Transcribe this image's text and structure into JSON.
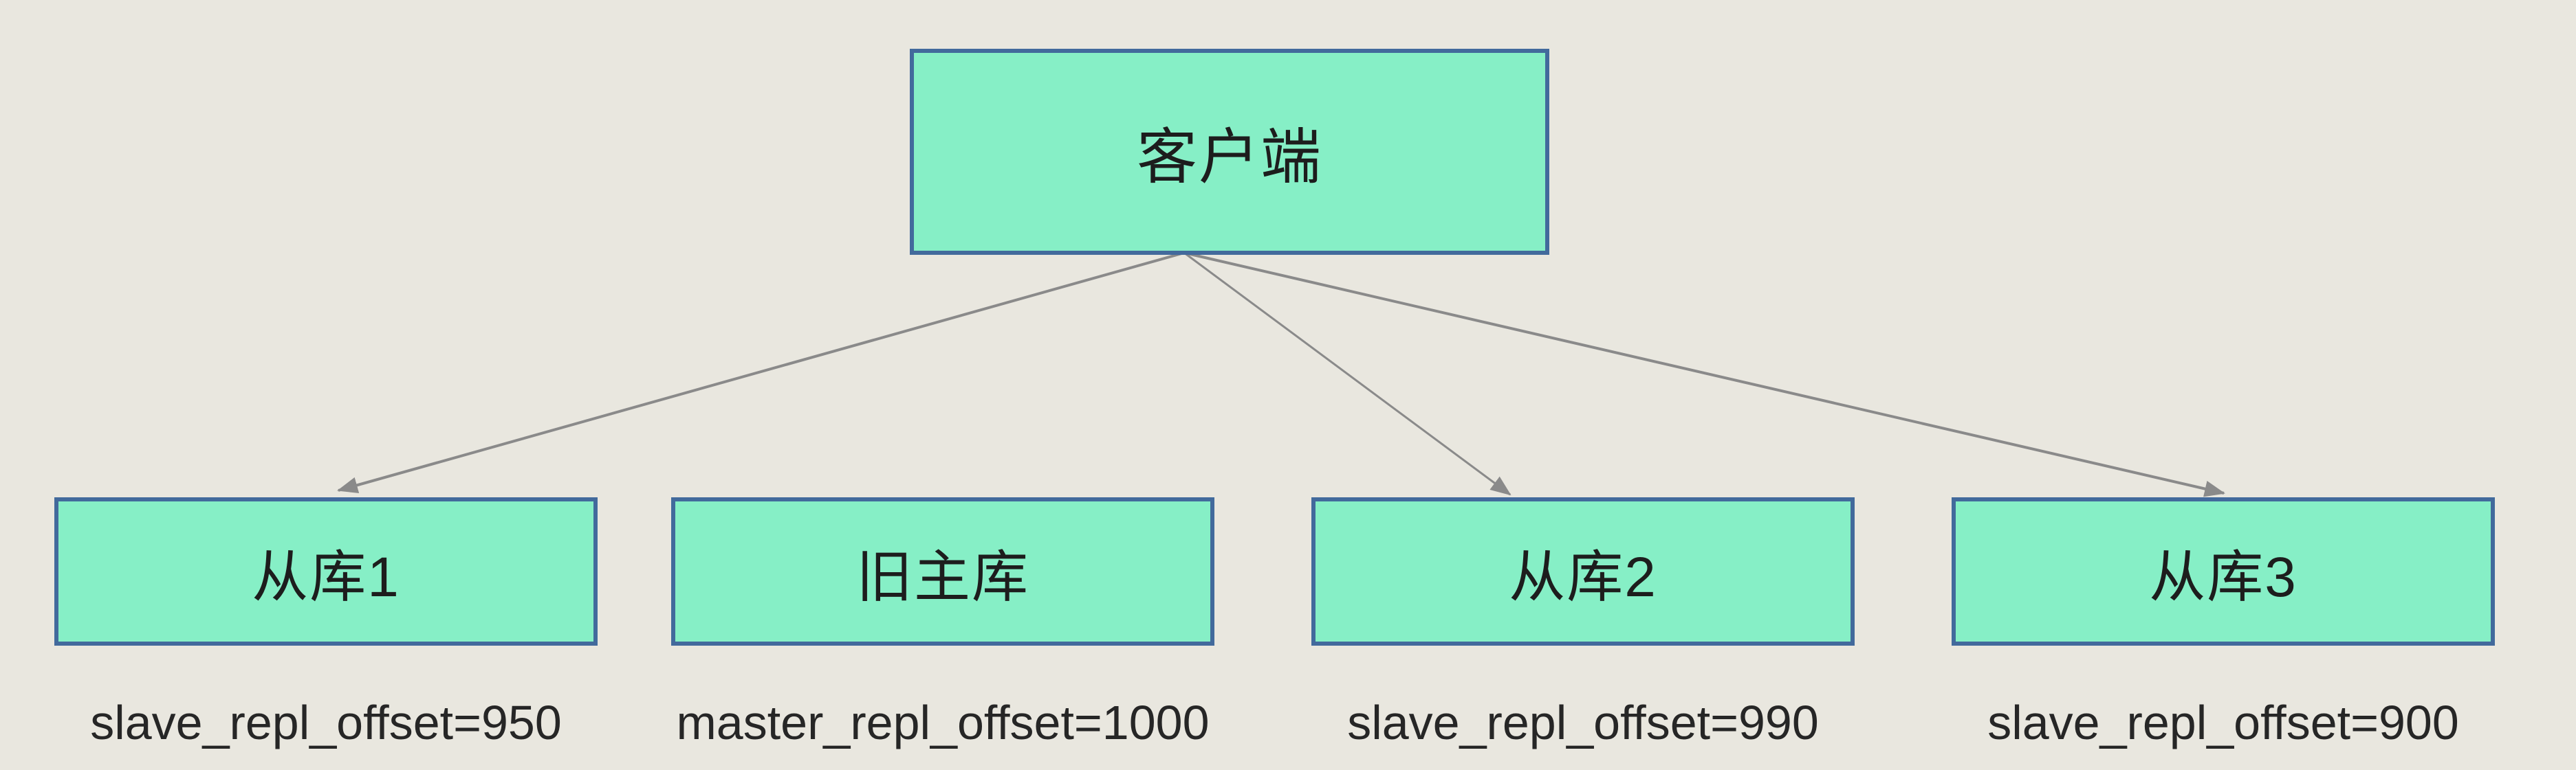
{
  "diagram": {
    "title_hint": "Redis replication failover topology",
    "colors": {
      "background": "#e9e7df",
      "node_fill": "#86efc6",
      "node_border": "#426a9c",
      "arrow": "#8a8a8a",
      "text": "#1d1d1d",
      "offset_text": "#262626"
    },
    "client": {
      "label": "客户端"
    },
    "nodes": [
      {
        "id": "slave1",
        "label": "从库1",
        "offset_label": "slave_repl_offset=950"
      },
      {
        "id": "old-master",
        "label": "旧主库",
        "offset_label": "master_repl_offset=1000"
      },
      {
        "id": "slave2",
        "label": "从库2",
        "offset_label": "slave_repl_offset=990"
      },
      {
        "id": "slave3",
        "label": "从库3",
        "offset_label": "slave_repl_offset=900"
      }
    ],
    "edges": [
      {
        "from": "client",
        "to": "slave1"
      },
      {
        "from": "client",
        "to": "slave2"
      },
      {
        "from": "client",
        "to": "slave3"
      }
    ]
  }
}
